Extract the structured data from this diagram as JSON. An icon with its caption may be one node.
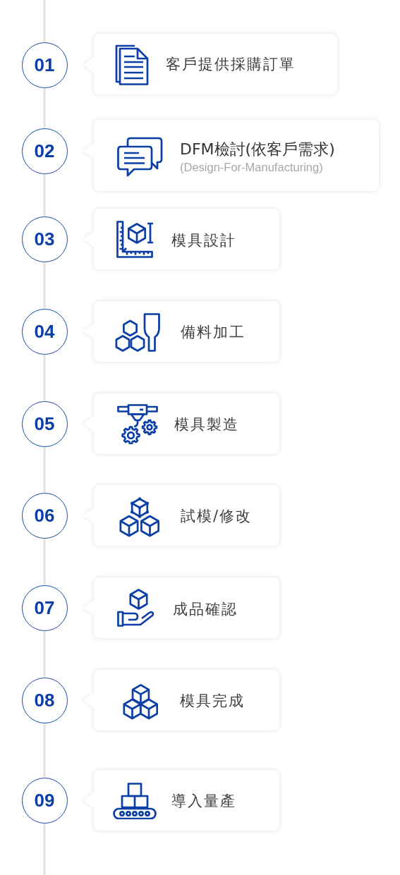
{
  "diagram": {
    "nodes": [
      {
        "text": [
          "01"
        ]
      },
      {
        "text": [
          "客戶提供採購訂單"
        ]
      },
      {
        "text": [
          "02"
        ]
      },
      {
        "text": [
          "DFM檢討(依客戶需求)",
          "(Design-For-Manufacturing)"
        ]
      },
      {
        "text": [
          "03"
        ]
      },
      {
        "text": [
          "模具設計"
        ]
      },
      {
        "text": [
          "04"
        ]
      },
      {
        "text": [
          "備料加工"
        ]
      },
      {
        "text": [
          "05"
        ]
      },
      {
        "text": [
          "模具製造"
        ]
      },
      {
        "text": [
          "06"
        ]
      },
      {
        "text": [
          "試模/修改"
        ]
      },
      {
        "text": [
          "07"
        ]
      },
      {
        "text": [
          "成品確認"
        ]
      },
      {
        "text": [
          "08"
        ]
      },
      {
        "text": [
          "模具完成"
        ]
      },
      {
        "text": [
          "09"
        ]
      },
      {
        "text": [
          "導入量產"
        ]
      }
    ],
    "edges": [
      {
        "from": null,
        "to": 0,
        "arrow": "none"
      },
      {
        "from": 0,
        "to": 2,
        "arrow": "none"
      },
      {
        "from": 2,
        "to": 4,
        "arrow": "none"
      },
      {
        "from": 4,
        "to": 6,
        "arrow": "none"
      },
      {
        "from": 6,
        "to": 8,
        "arrow": "none"
      },
      {
        "from": 8,
        "to": 10,
        "arrow": "none"
      },
      {
        "from": 10,
        "to": 12,
        "arrow": "none"
      },
      {
        "from": 12,
        "to": 14,
        "arrow": "none"
      },
      {
        "from": 14,
        "to": 16,
        "arrow": "none"
      },
      {
        "from": 16,
        "to": null,
        "arrow": "none"
      }
    ]
  }
}
